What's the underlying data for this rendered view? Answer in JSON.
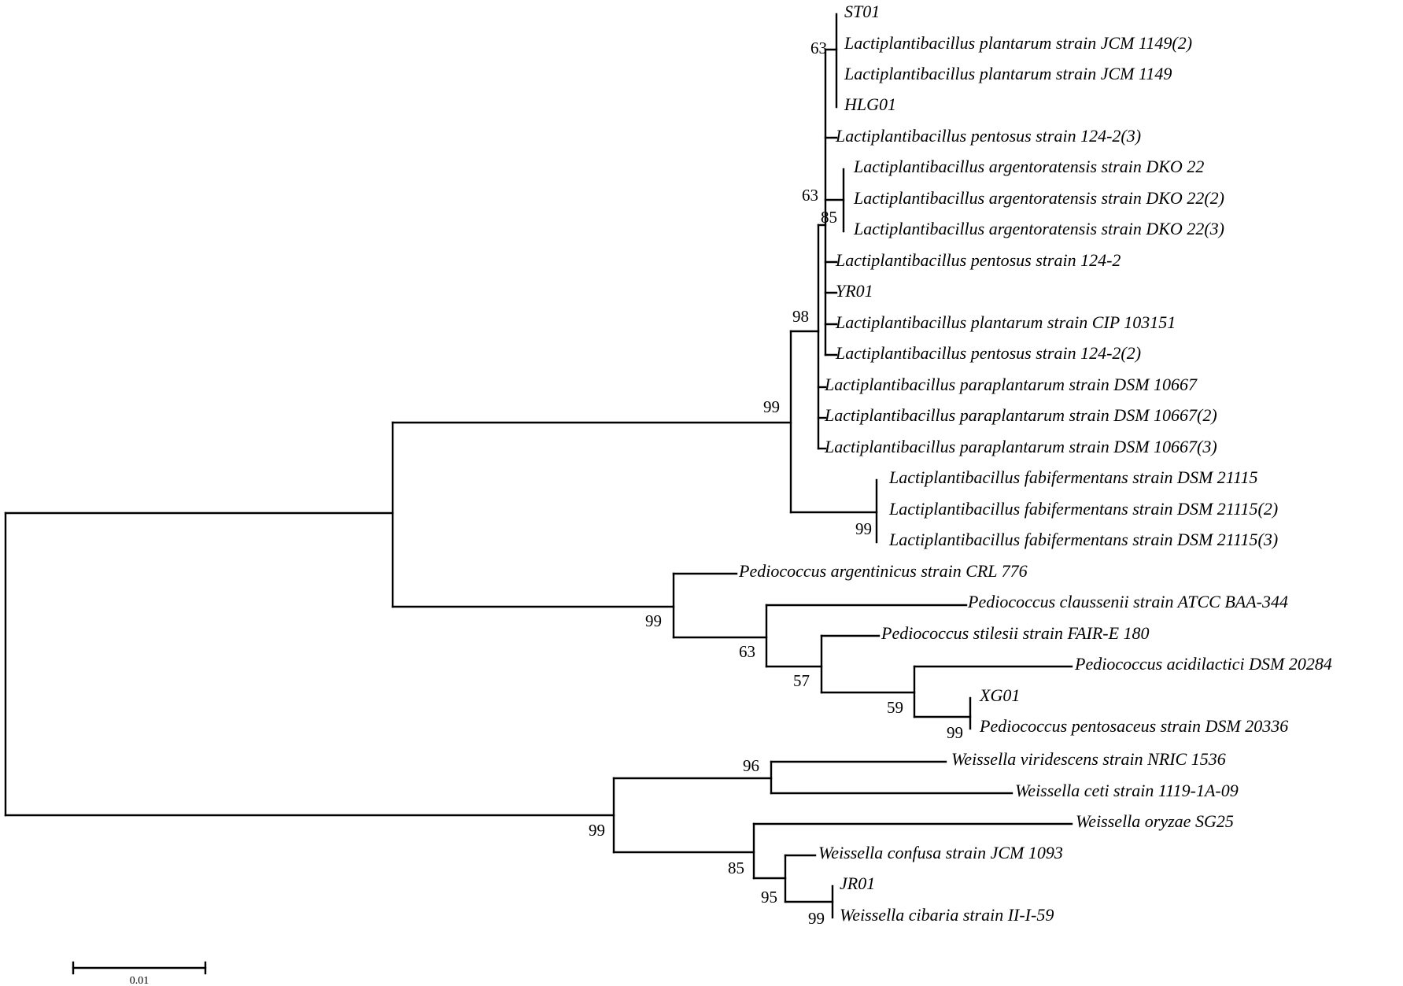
{
  "taxa": {
    "st01": "ST01",
    "jcm1149_2": "Lactiplantibacillus plantarum strain JCM 1149(2)",
    "jcm1149": "Lactiplantibacillus plantarum strain JCM 1149",
    "hlg01": "HLG01",
    "pent124_2_3": "Lactiplantibacillus pentosus strain 124-2(3)",
    "dko22": "Lactiplantibacillus argentoratensis strain DKO 22",
    "dko22_2": "Lactiplantibacillus argentoratensis strain DKO 22(2)",
    "dko22_3": "Lactiplantibacillus argentoratensis strain DKO 22(3)",
    "pent124_2": "Lactiplantibacillus pentosus strain 124-2",
    "yr01": "YR01",
    "cip103151": "Lactiplantibacillus plantarum strain CIP 103151",
    "pent124_2_2": "Lactiplantibacillus pentosus strain 124-2(2)",
    "dsm10667": "Lactiplantibacillus paraplantarum strain DSM 10667",
    "dsm10667_2": "Lactiplantibacillus paraplantarum strain DSM 10667(2)",
    "dsm10667_3": "Lactiplantibacillus paraplantarum strain DSM 10667(3)",
    "dsm21115": "Lactiplantibacillus fabifermentans strain DSM 21115",
    "dsm21115_2": "Lactiplantibacillus fabifermentans strain DSM 21115(2)",
    "dsm21115_3": "Lactiplantibacillus fabifermentans strain DSM 21115(3)",
    "crl776": "Pediococcus argentinicus strain CRL 776",
    "baa344": "Pediococcus claussenii strain ATCC BAA-344",
    "faire180": "Pediococcus stilesii strain FAIR-E 180",
    "dsm20284": "Pediococcus acidilactici DSM 20284",
    "xg01": "XG01",
    "dsm20336": "Pediococcus pentosaceus strain DSM 20336",
    "nric1536": "Weissella viridescens strain NRIC 1536",
    "ceti": "Weissella ceti strain 1119-1A-09",
    "sg25": "Weissella oryzae SG25",
    "jcm1093": "Weissella confusa strain JCM 1093",
    "jr01": "JR01",
    "cibaria": "Weissella cibaria strain II-I-59"
  },
  "support": {
    "n_plantarum": "63",
    "n_core": "63",
    "n_dko": "85",
    "n_lacti_main": "98",
    "n_lacti": "99",
    "n_fabi": "99",
    "n_pedio": "99",
    "n_p_clau": "63",
    "n_p_stil": "57",
    "n_p_acid": "59",
    "n_p_xg": "99",
    "n_weiss": "99",
    "n_w_viri": "96",
    "n_w_ory": "85",
    "n_w_conf": "95",
    "n_w_jr": "99"
  },
  "scale_bar": {
    "label": "0.01",
    "value": 0.01
  }
}
